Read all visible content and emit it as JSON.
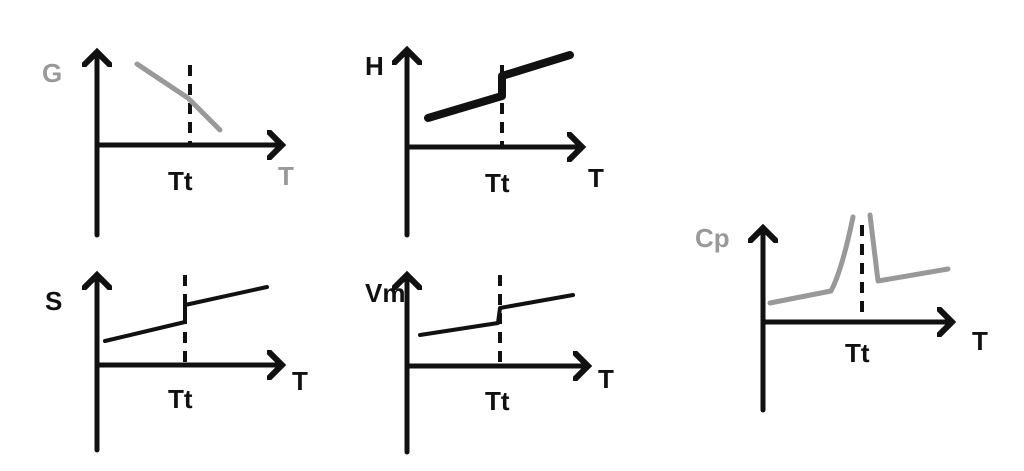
{
  "plots": [
    {
      "ylabel": "G",
      "xlabel": "T",
      "mark": "Tt"
    },
    {
      "ylabel": "H",
      "xlabel": "T",
      "mark": "Tt"
    },
    {
      "ylabel": "S",
      "xlabel": "T",
      "mark": "Tt"
    },
    {
      "ylabel": "Vm",
      "xlabel": "T",
      "mark": "Tt"
    },
    {
      "ylabel": "Cp",
      "xlabel": "T",
      "mark": "Tt"
    }
  ],
  "colors": {
    "ink": "#111111",
    "gray": "#999999"
  }
}
